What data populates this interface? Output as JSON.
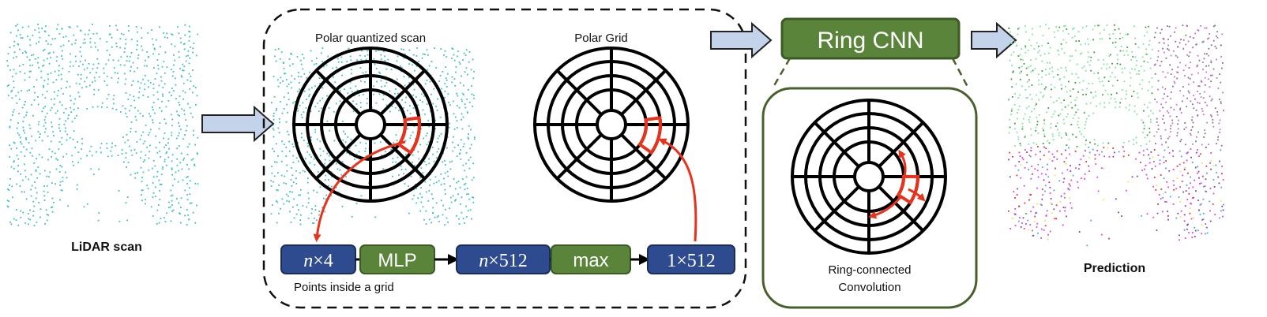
{
  "labels": {
    "lidar_scan": "LiDAR scan",
    "polar_quantized_scan": "Polar quantized scan",
    "polar_grid": "Polar Grid",
    "ring_cnn": "Ring CNN",
    "ring_conv_line1": "Ring-connected",
    "ring_conv_line2": "Convolution",
    "points_inside_grid": "Points inside a grid",
    "prediction": "Prediction"
  },
  "pipeline": {
    "n4_var": "n",
    "n4_rest": "×4",
    "mlp": "MLP",
    "n512_var": "n",
    "n512_rest": "×512",
    "max": "max",
    "out": "1×512"
  },
  "colors": {
    "box_blue": "#2e4b8f",
    "box_green": "#5a843a",
    "point_cyan": "#3fbfc0",
    "highlight_red": "#e8321c",
    "arrow_fill": "#c3d4ea",
    "outline_green": "#48602c"
  }
}
